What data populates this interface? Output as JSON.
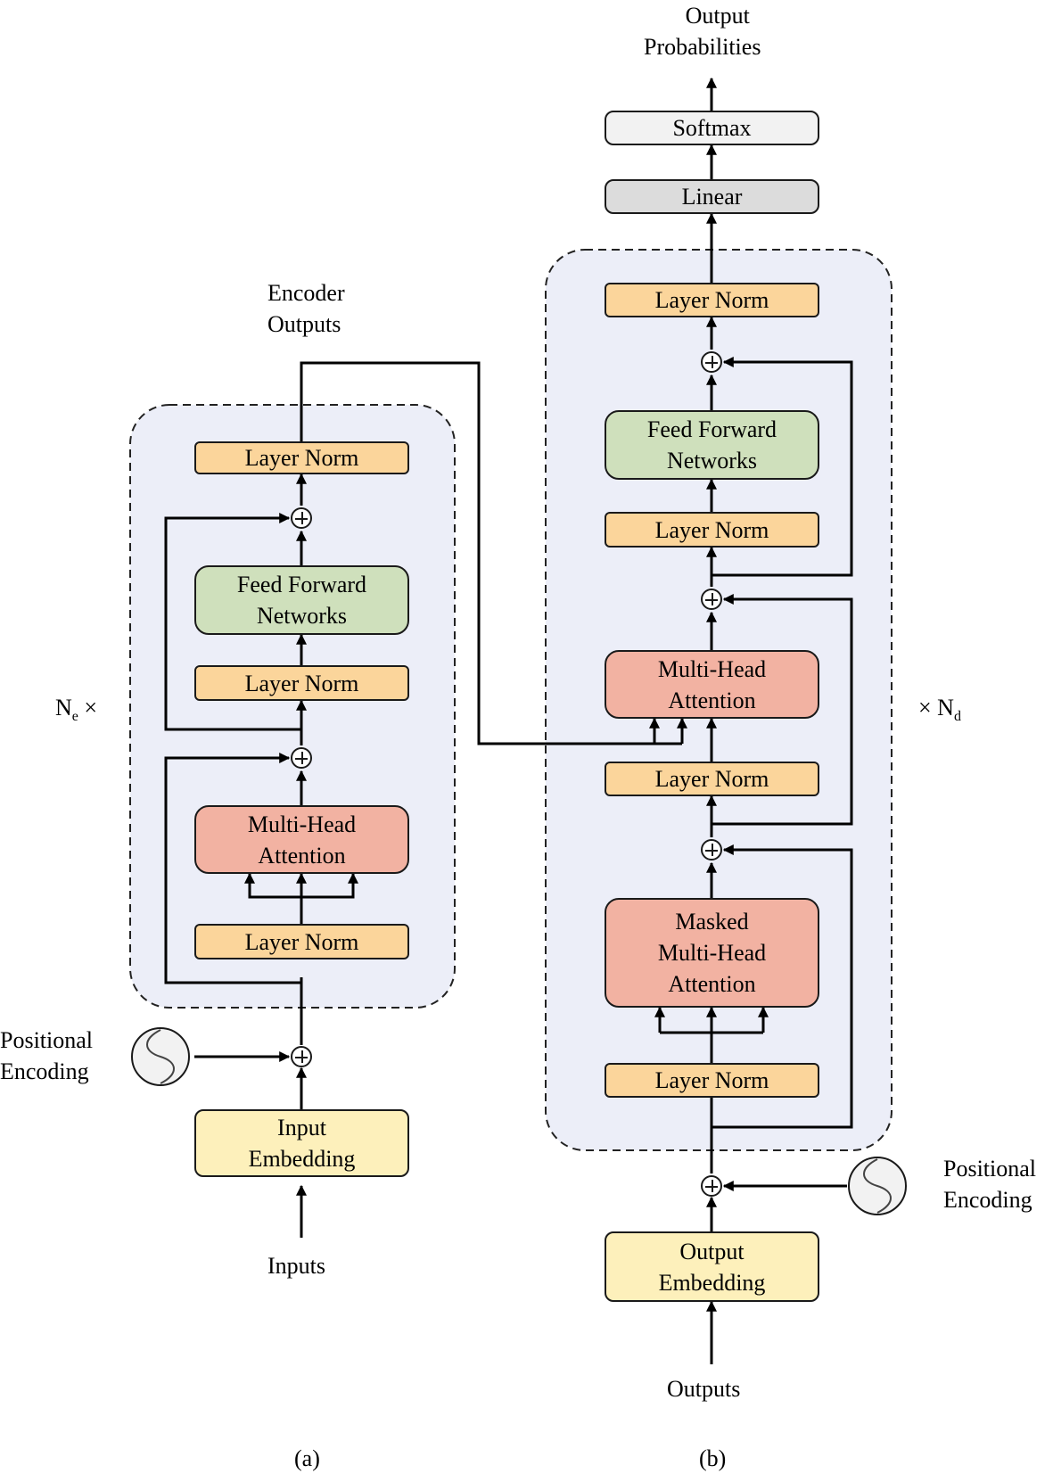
{
  "encoder": {
    "title_line1": "Encoder",
    "title_line2": "Outputs",
    "layer_norm_top": "Layer Norm",
    "ffn_line1": "Feed Forward",
    "ffn_line2": "Networks",
    "layer_norm_mid": "Layer Norm",
    "mha_line1": "Multi-Head",
    "mha_line2": "Attention",
    "layer_norm_bottom": "Layer Norm",
    "repeat_label": "N",
    "repeat_sub": "e",
    "repeat_suffix": " ×",
    "pos_enc_line1": "Positional",
    "pos_enc_line2": "Encoding",
    "embedding_line1": "Input",
    "embedding_line2": "Embedding",
    "input_label": "Inputs",
    "caption": "(a)"
  },
  "decoder": {
    "output_line1": "Output",
    "output_line2": "Probabilities",
    "softmax": "Softmax",
    "linear": "Linear",
    "layer_norm_top": "Layer Norm",
    "ffn_line1": "Feed Forward",
    "ffn_line2": "Networks",
    "layer_norm_ffn": "Layer Norm",
    "mha_line1": "Multi-Head",
    "mha_line2": "Attention",
    "layer_norm_mha": "Layer Norm",
    "masked_line1": "Masked",
    "masked_line2": "Multi-Head",
    "masked_line3": "Attention",
    "layer_norm_bottom": "Layer Norm",
    "repeat_prefix": "× N",
    "repeat_sub": "d",
    "pos_enc_line1": "Positional",
    "pos_enc_line2": "Encoding",
    "embedding_line1": "Output",
    "embedding_line2": "Embedding",
    "input_label": "Outputs",
    "caption": "(b)"
  },
  "colors": {
    "layer_norm": "#fbd59b",
    "feed_forward": "#cfe0bc",
    "attention": "#f2b2a2",
    "embedding": "#fdf0bb",
    "softmax": "#f2f2f2",
    "linear": "#dcdcdc",
    "block_background": "#eceef8"
  }
}
